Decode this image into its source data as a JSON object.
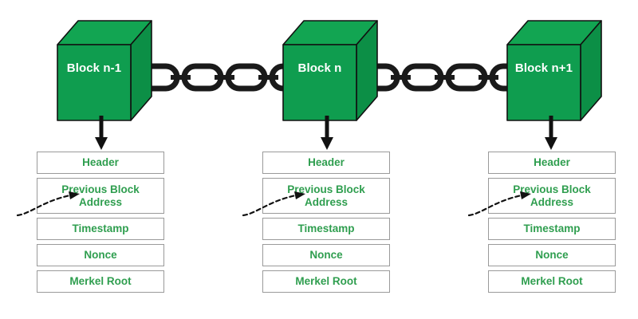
{
  "diagram": {
    "title": "Blockchain block structure chain",
    "colors": {
      "cube_front": "#0f9d4f",
      "cube_top": "#12a552",
      "cube_side": "#0c8f46",
      "cube_outline": "#111111",
      "field_text": "#2f9e4f",
      "field_border": "#9a9a9a",
      "chain": "#1a1a1a",
      "arrow": "#111111",
      "background": "#ffffff"
    },
    "blocks": [
      {
        "id": "block-n-minus-1",
        "label": "Block n-1",
        "fields": [
          {
            "name": "header",
            "label": "Header",
            "lines": [
              "Header"
            ]
          },
          {
            "name": "previous-block-address",
            "label": "Previous Block Address",
            "lines": [
              "Previous Block",
              "Address"
            ]
          },
          {
            "name": "timestamp",
            "label": "Timestamp",
            "lines": [
              "Timestamp"
            ]
          },
          {
            "name": "nonce",
            "label": "Nonce",
            "lines": [
              "Nonce"
            ]
          },
          {
            "name": "merkel-root",
            "label": "Merkel Root",
            "lines": [
              "Merkel Root"
            ]
          }
        ]
      },
      {
        "id": "block-n",
        "label": "Block n",
        "fields": [
          {
            "name": "header",
            "label": "Header",
            "lines": [
              "Header"
            ]
          },
          {
            "name": "previous-block-address",
            "label": "Previous Block Address",
            "lines": [
              "Previous Block",
              "Address"
            ]
          },
          {
            "name": "timestamp",
            "label": "Timestamp",
            "lines": [
              "Timestamp"
            ]
          },
          {
            "name": "nonce",
            "label": "Nonce",
            "lines": [
              "Nonce"
            ]
          },
          {
            "name": "merkel-root",
            "label": "Merkel Root",
            "lines": [
              "Merkel Root"
            ]
          }
        ]
      },
      {
        "id": "block-n-plus-1",
        "label": "Block n+1",
        "fields": [
          {
            "name": "header",
            "label": "Header",
            "lines": [
              "Header"
            ]
          },
          {
            "name": "previous-block-address",
            "label": "Previous Block Address",
            "lines": [
              "Previous Block",
              "Address"
            ]
          },
          {
            "name": "timestamp",
            "label": "Timestamp",
            "lines": [
              "Timestamp"
            ]
          },
          {
            "name": "nonce",
            "label": "Nonce",
            "lines": [
              "Nonce"
            ]
          },
          {
            "name": "merkel-root",
            "label": "Merkel Root",
            "lines": [
              "Merkel Root"
            ]
          }
        ]
      }
    ],
    "connectors": {
      "chain_segments": 2,
      "links_per_segment": 4,
      "down_arrows": 3,
      "dashed_arrows": 3
    }
  }
}
